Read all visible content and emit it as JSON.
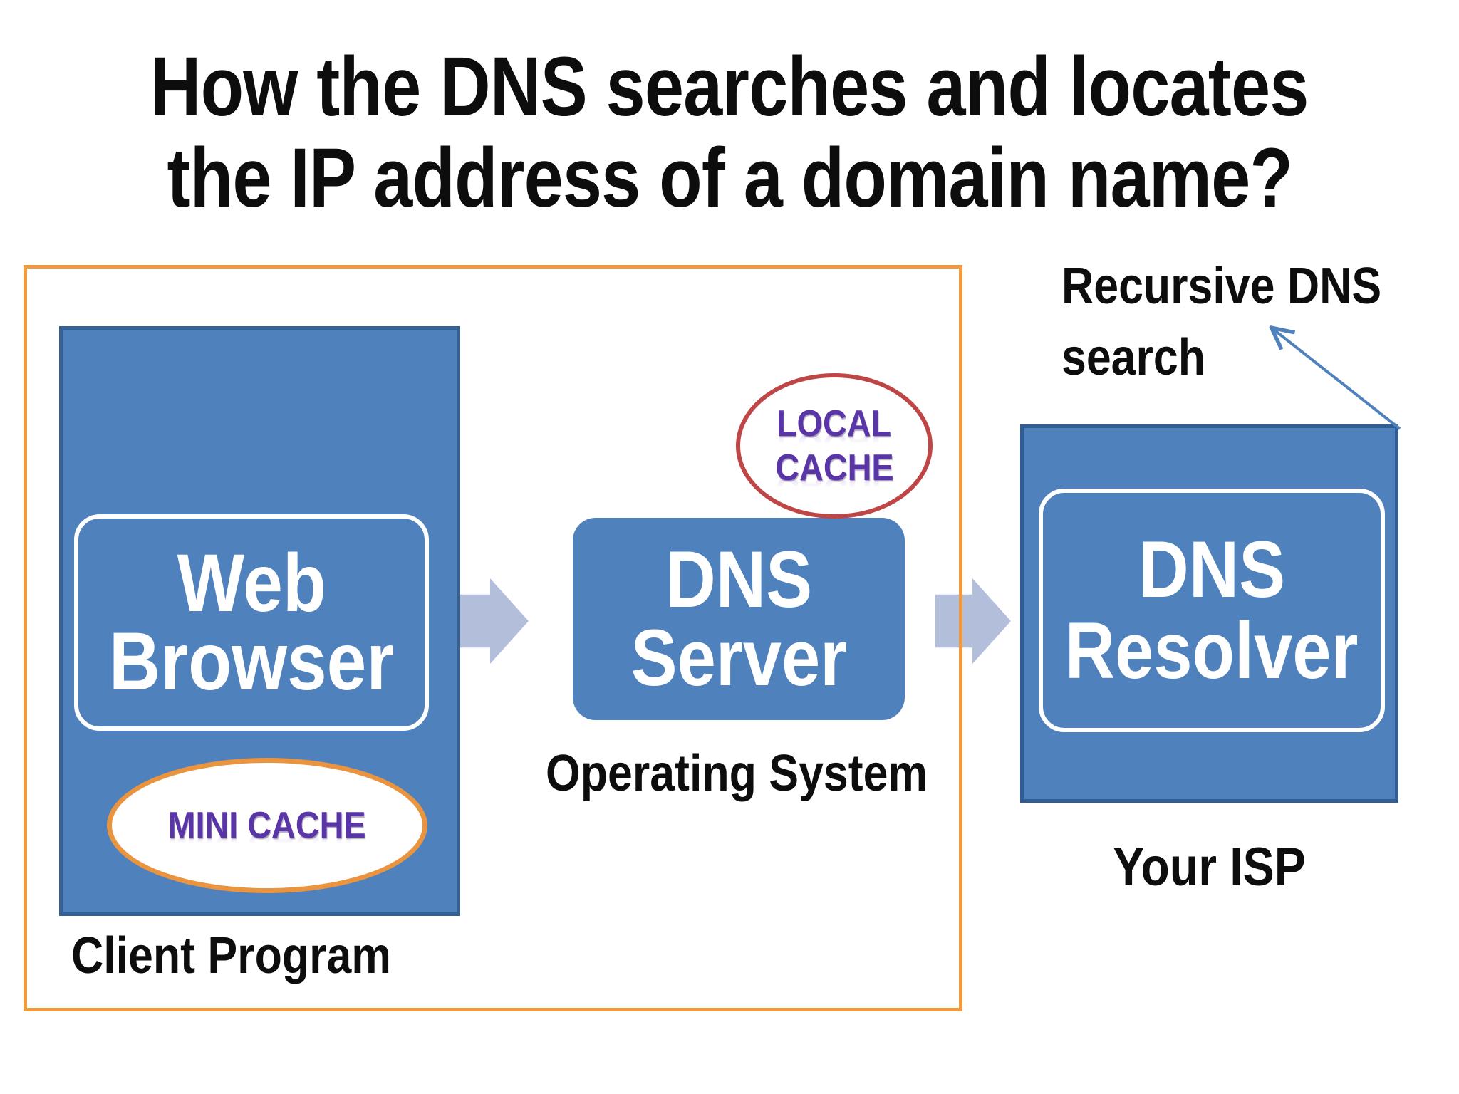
{
  "title": {
    "line1": "How the DNS searches and locates",
    "line2": "the IP address of a domain name?"
  },
  "client_program": {
    "label": "Client Program",
    "web_browser": {
      "line1": "Web",
      "line2": "Browser"
    },
    "mini_cache_label": "MINI CACHE"
  },
  "operating_system": {
    "label": "Operating System",
    "dns_server": {
      "line1": "DNS",
      "line2": "Server"
    },
    "local_cache": {
      "line1": "LOCAL",
      "line2": "CACHE"
    }
  },
  "your_isp": {
    "label": "Your ISP",
    "dns_resolver": {
      "line1": "DNS",
      "line2": "Resolver"
    }
  },
  "annotations": {
    "recursive_search": {
      "line1": "Recursive DNS",
      "line2": "search"
    }
  },
  "icons": {
    "flow_arrow_1": "right-block-arrow",
    "flow_arrow_2": "right-block-arrow",
    "recursive_arrow": "thin-line-arrow-up-left"
  },
  "colors": {
    "box_blue": "#4f81bd",
    "box_border_dark": "#35608f",
    "resolver_border_dark": "#305d92",
    "block_arrow_light": "#b3bedb",
    "container_orange": "#f0993f",
    "mini_cache_orange": "#eb9440",
    "local_cache_red": "#bf4646",
    "wordart_purple": "#5a35a8",
    "thin_arrow_blue": "#4f81bd",
    "text_black": "#0d0d0d",
    "background": "#ffffff"
  }
}
